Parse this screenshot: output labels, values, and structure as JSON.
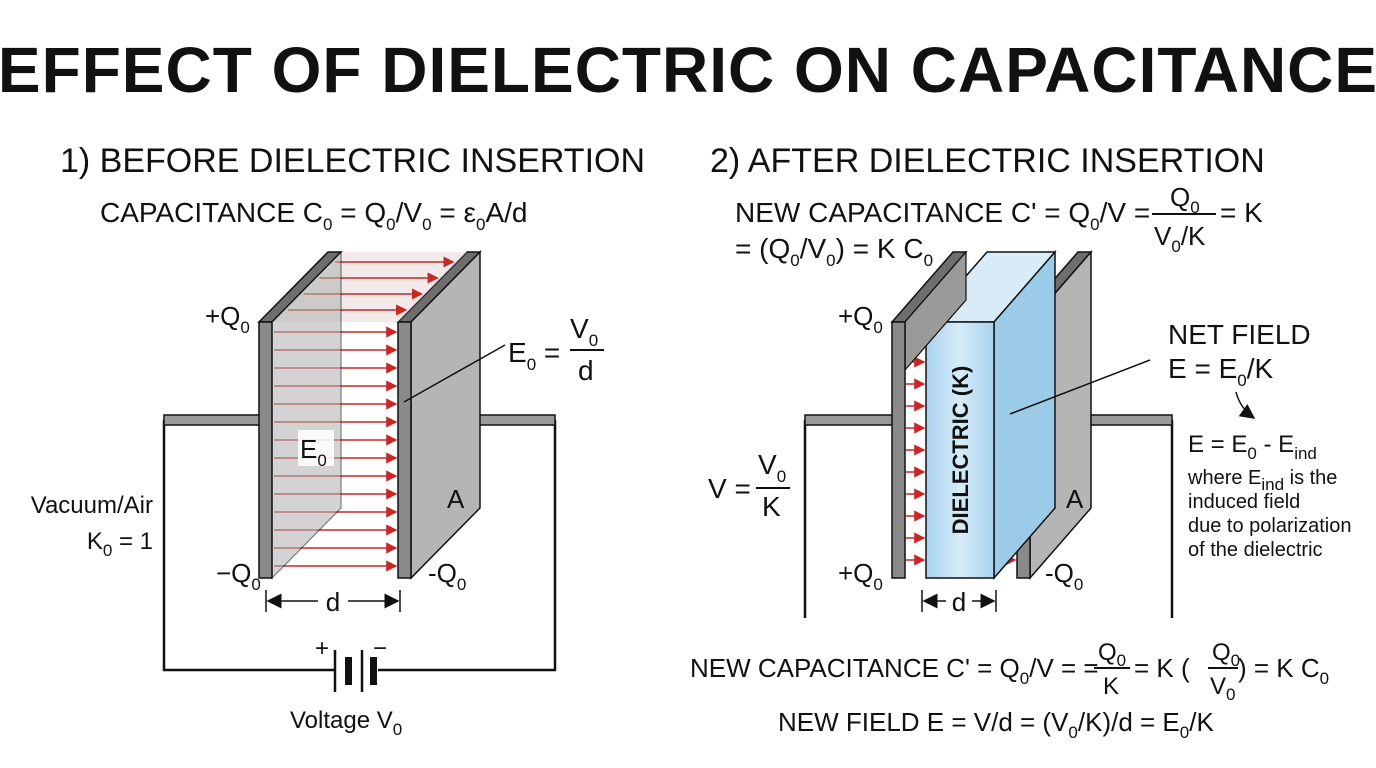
{
  "title": "EFFECT OF DIELECTRIC ON CAPACITANCE",
  "colors": {
    "field_line": "#c62828",
    "plate_front": "#9a9a9a",
    "plate_top": "#6e6e6e",
    "dielectric": "#bcdcf0",
    "ink": "#111111"
  },
  "left": {
    "heading": "1) BEFORE DIELECTRIC INSERTION",
    "cap": {
      "prefix": "CAPACITANCE  C",
      "s1": "0",
      "m1": " = Q",
      "s2": "0",
      "m2": "/V",
      "s3": "0",
      "m3": " = ε",
      "s4": "0",
      "m4": "A/d"
    },
    "plus_q": {
      "base": "+Q",
      "sub": "0"
    },
    "minus_q_left": {
      "base": "−Q",
      "sub": "0"
    },
    "minus_q_right": {
      "base": "-Q",
      "sub": "0"
    },
    "field_inside": {
      "base": "E",
      "sub": "0"
    },
    "field_label": {
      "lhs": "E",
      "lhs_sub": "0",
      "eq": " = ",
      "num": "V",
      "num_sub": "0",
      "den": "d"
    },
    "area": "A",
    "gap": "d",
    "medium": {
      "line1": "Vacuum/Air",
      "line2_base": "K",
      "line2_sub": "0",
      "line2_rest": " = 1"
    },
    "battery": {
      "plus": "+",
      "minus": "−",
      "label": "Voltage V",
      "label_sub": "0"
    }
  },
  "right": {
    "heading": "2) AFTER DIELECTRIC INSERTION",
    "newcap_top": {
      "line1_prefix": "NEW CAPACITANCE  C' = Q",
      "s1": "0",
      "m1": "/V = ",
      "frac_num": "Q",
      "frac_num_sub": "0",
      "frac_den": "V",
      "frac_den_sub": "0",
      "frac_den_rest": "/K",
      "tail": " = K",
      "line2_a": "= (Q",
      "line2_s1": "0",
      "line2_b": "/V",
      "line2_s2": "0",
      "line2_c": ") = K C",
      "line2_s3": "0"
    },
    "plus_q_top": {
      "base": "+Q",
      "sub": "0"
    },
    "plus_q_bottom": {
      "base": "+Q",
      "sub": "0"
    },
    "minus_q": {
      "base": "-Q",
      "sub": "0"
    },
    "dielectric_label": "DIELECTRIC (K)",
    "area": "A",
    "gap": "d",
    "voltage": {
      "lhs": "V = ",
      "num": "V",
      "num_sub": "0",
      "den": "K"
    },
    "net_field": {
      "line1": "NET FIELD",
      "line2_a": "E = E",
      "line2_sub": "0",
      "line2_b": "/K"
    },
    "induced": {
      "eq_a": "E = E",
      "eq_s1": "0",
      "eq_b": " - E",
      "eq_s2": "ind",
      "note1_a": "where E",
      "note1_sub": "ind",
      "note1_b": " is the",
      "note2": "induced field",
      "note3": "due to polarization",
      "note4": "of the dielectric"
    },
    "newcap_bottom": {
      "a": "NEW CAPACITANCE  C' = Q",
      "s1": "0",
      "b": "/V = = ",
      "f1_num": "Q",
      "f1_num_sub": "0",
      "f1_den": "K",
      "c": " = K (",
      "f2_num": "Q",
      "f2_num_sub": "0",
      "f2_den": "V",
      "f2_den_sub": "0",
      "d": ") = K C",
      "s2": "0"
    },
    "newfield_bottom": {
      "a": "NEW FIELD  E = V/d = (V",
      "s1": "0",
      "b": "/K)/d = E",
      "s2": "0",
      "c": "/K"
    }
  }
}
